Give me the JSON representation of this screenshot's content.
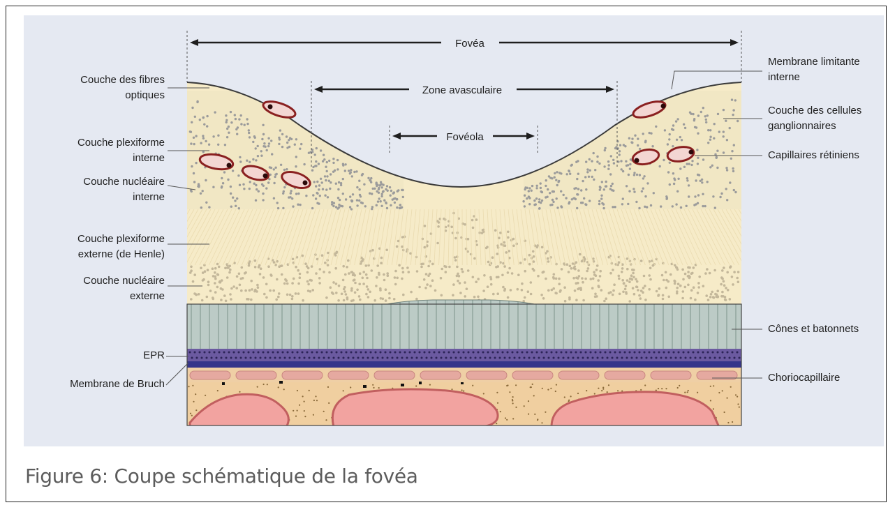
{
  "diagram": {
    "labels_left": {
      "fibres_optiques": "Couche des fibres\noptiques",
      "plexiforme_interne": "Couche plexiforme\ninterne",
      "nucleaire_interne": "Couche nucléaire\ninterne",
      "plexiforme_externe": "Couche plexiforme\nexterne (de Henle)",
      "nucleaire_externe": "Couche nucléaire\nexterne",
      "epr": "EPR",
      "membrane_bruch": "Membrane de Bruch"
    },
    "labels_right": {
      "membrane_limitante": "Membrane limitante\ninterne",
      "cellules_ganglionnaires": "Couche des cellules\nganglionnaires",
      "capillaires": "Capillaires rétiniens",
      "cones_batonnets": "Cônes et batonnets",
      "choriocapillaire": "Choriocapillaire"
    },
    "dimensions": {
      "fovea": "Fovéa",
      "zone_avasculaire": "Zone avasculaire",
      "foveola": "Fovéola"
    },
    "colors": {
      "panel": "#e5e9f2",
      "retina": "#f6ebc8",
      "cells": "#9a9a9a",
      "photoreceptors": "#b9c7c2",
      "epr": "#6b5aa0",
      "bruch": "#3a3a8a",
      "choroid": "#f0cfa0",
      "vessels": "#d98b8b"
    }
  },
  "caption": "Figure 6: Coupe schématique de la fovéa"
}
